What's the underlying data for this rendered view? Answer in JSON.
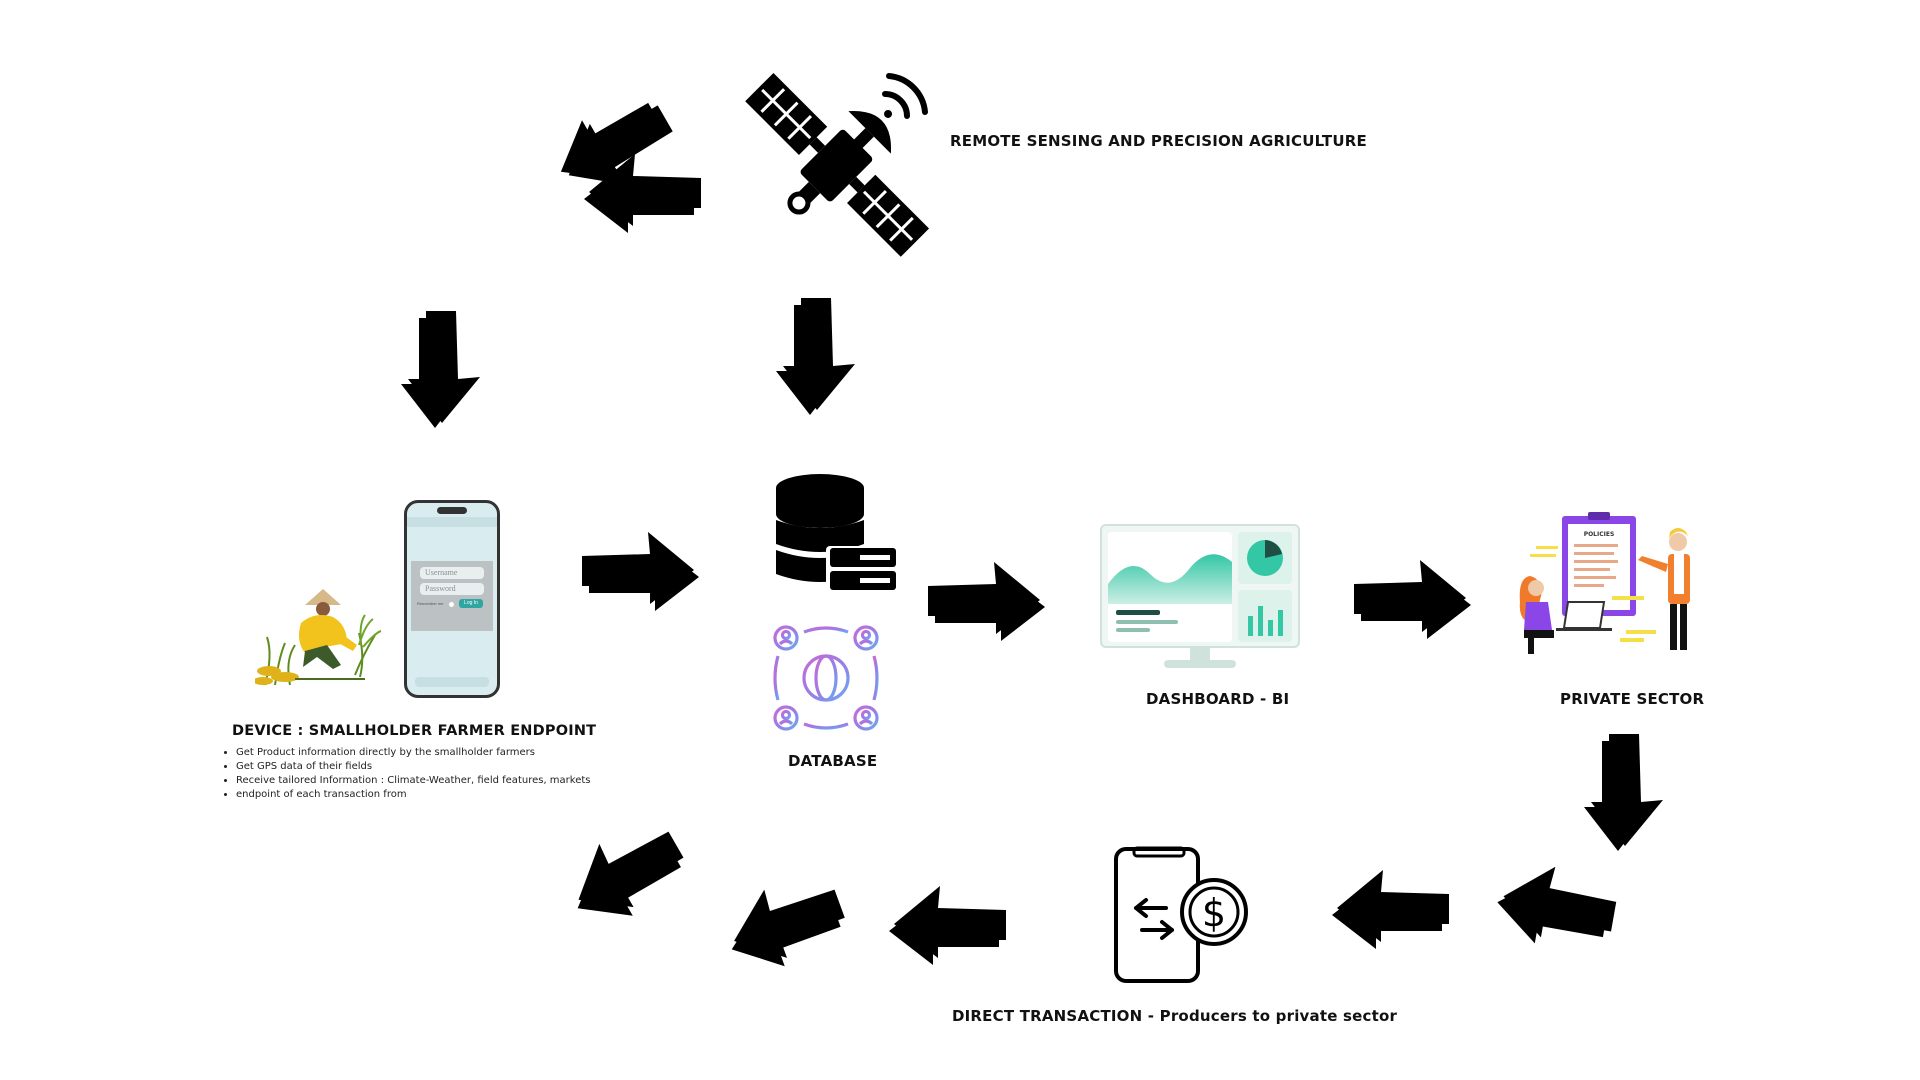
{
  "nodes": {
    "remote_sensing": {
      "label": "REMOTE SENSING AND PRECISION AGRICULTURE",
      "icon": "satellite-icon"
    },
    "device": {
      "label": "DEVICE : SMALLHOLDER FARMER ENDPOINT",
      "icon": "smartphone-icon",
      "bullets": [
        "Get Product information directly by the smallholder farmers",
        "Get GPS data of their fields",
        "Receive tailored Information : Climate-Weather, field features, markets",
        "endpoint of each transaction from"
      ],
      "login_form": {
        "username_placeholder": "Username",
        "password_placeholder": "Password",
        "remember_label": "Remember me",
        "login_button": "Log In"
      }
    },
    "database": {
      "label": "DATABASE",
      "icons": [
        "database-icon",
        "network-globe-icon"
      ]
    },
    "dashboard": {
      "label": "DASHBOARD - BI",
      "icon": "monitor-dashboard-icon"
    },
    "private_sector": {
      "label": "PRIVATE SECTOR",
      "icon": "policies-board-icon",
      "board_title": "POLICIES"
    },
    "direct_transaction": {
      "label": "DIRECT TRANSACTION - Producers to private sector",
      "icon": "mobile-payment-icon"
    }
  },
  "colors": {
    "dashboard_accent": "#34c7a5",
    "network_gradient_start": "#6aa8f0",
    "network_gradient_end": "#c86ad6",
    "policy_board": "#8b46e8",
    "farmer_shirt": "#f2c21d",
    "phone_button": "#2fa6a1"
  },
  "arrows": [
    "arrow-satellite-to-left",
    "arrow-left-curve-down",
    "arrow-down-to-device",
    "arrow-satellite-to-database",
    "arrow-device-to-database",
    "arrow-database-to-dashboard",
    "arrow-dashboard-to-private",
    "arrow-private-down",
    "arrow-private-to-transaction-1",
    "arrow-private-to-transaction-2",
    "arrow-transaction-to-left",
    "arrow-left-up-1",
    "arrow-left-up-to-device"
  ]
}
